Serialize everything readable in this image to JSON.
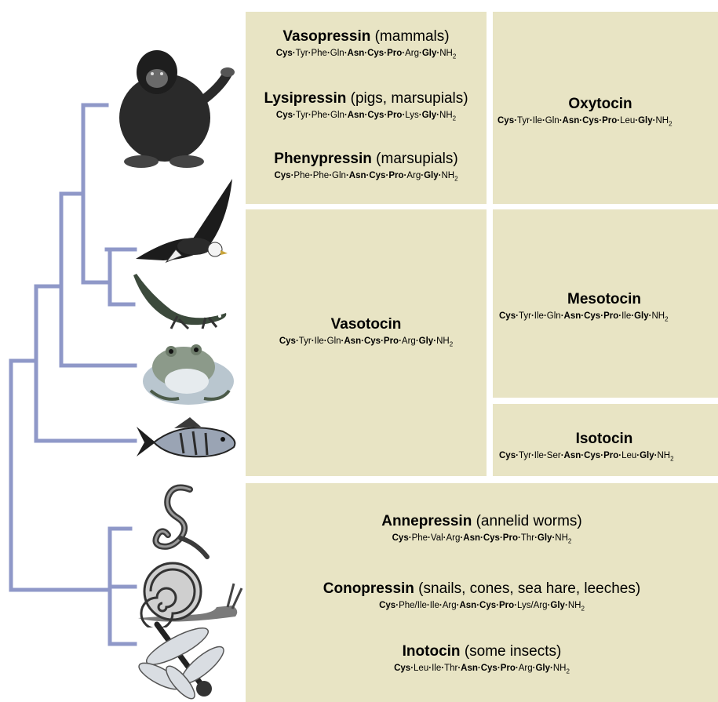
{
  "entries": {
    "vasopressin": {
      "name": "Vasopressin",
      "note": "(mammals)",
      "residues": [
        [
          "Cys",
          1
        ],
        [
          "Tyr",
          0
        ],
        [
          "Phe",
          0
        ],
        [
          "Gln",
          0
        ],
        [
          "Asn",
          1
        ],
        [
          "Cys",
          1
        ],
        [
          "Pro",
          1
        ],
        [
          "Arg",
          0
        ],
        [
          "Gly",
          1
        ],
        [
          "NH",
          0
        ]
      ]
    },
    "lysipressin": {
      "name": "Lysipressin",
      "note": "(pigs, marsupials)",
      "residues": [
        [
          "Cys",
          1
        ],
        [
          "Tyr",
          0
        ],
        [
          "Phe",
          0
        ],
        [
          "Gln",
          0
        ],
        [
          "Asn",
          1
        ],
        [
          "Cys",
          1
        ],
        [
          "Pro",
          1
        ],
        [
          "Lys",
          0
        ],
        [
          "Gly",
          1
        ],
        [
          "NH",
          0
        ]
      ]
    },
    "phenypressin": {
      "name": "Phenypressin",
      "note": "(marsupials)",
      "residues": [
        [
          "Cys",
          1
        ],
        [
          "Phe",
          0
        ],
        [
          "Phe",
          0
        ],
        [
          "Gln",
          0
        ],
        [
          "Asn",
          1
        ],
        [
          "Cys",
          1
        ],
        [
          "Pro",
          1
        ],
        [
          "Arg",
          0
        ],
        [
          "Gly",
          1
        ],
        [
          "NH",
          0
        ]
      ]
    },
    "oxytocin": {
      "name": "Oxytocin",
      "note": "",
      "residues": [
        [
          "Cys",
          1
        ],
        [
          "Tyr",
          0
        ],
        [
          "Ile",
          0
        ],
        [
          "Gln",
          0
        ],
        [
          "Asn",
          1
        ],
        [
          "Cys",
          1
        ],
        [
          "Pro",
          1
        ],
        [
          "Leu",
          0
        ],
        [
          "Gly",
          1
        ],
        [
          "NH",
          0
        ]
      ]
    },
    "vasotocin": {
      "name": "Vasotocin",
      "note": "",
      "residues": [
        [
          "Cys",
          1
        ],
        [
          "Tyr",
          0
        ],
        [
          "Ile",
          0
        ],
        [
          "Gln",
          0
        ],
        [
          "Asn",
          1
        ],
        [
          "Cys",
          1
        ],
        [
          "Pro",
          1
        ],
        [
          "Arg",
          0
        ],
        [
          "Gly",
          1
        ],
        [
          "NH",
          0
        ]
      ]
    },
    "mesotocin": {
      "name": "Mesotocin",
      "note": "",
      "residues": [
        [
          "Cys",
          1
        ],
        [
          "Tyr",
          0
        ],
        [
          "Ile",
          0
        ],
        [
          "Gln",
          0
        ],
        [
          "Asn",
          1
        ],
        [
          "Cys",
          1
        ],
        [
          "Pro",
          1
        ],
        [
          "Ile",
          0
        ],
        [
          "Gly",
          1
        ],
        [
          "NH",
          0
        ]
      ]
    },
    "isotocin": {
      "name": "Isotocin",
      "note": "",
      "residues": [
        [
          "Cys",
          1
        ],
        [
          "Tyr",
          0
        ],
        [
          "Ile",
          0
        ],
        [
          "Ser",
          0
        ],
        [
          "Asn",
          1
        ],
        [
          "Cys",
          1
        ],
        [
          "Pro",
          1
        ],
        [
          "Leu",
          0
        ],
        [
          "Gly",
          1
        ],
        [
          "NH",
          0
        ]
      ]
    },
    "annepressin": {
      "name": "Annepressin",
      "note": "(annelid worms)",
      "residues": [
        [
          "Cys",
          1
        ],
        [
          "Phe",
          0
        ],
        [
          "Val",
          0
        ],
        [
          "Arg",
          0
        ],
        [
          "Asn",
          1
        ],
        [
          "Cys",
          1
        ],
        [
          "Pro",
          1
        ],
        [
          "Thr",
          0
        ],
        [
          "Gly",
          1
        ],
        [
          "NH",
          0
        ]
      ]
    },
    "conopressin": {
      "name": "Conopressin",
      "note": "(snails, cones, sea hare, leeches)",
      "residues": [
        [
          "Cys",
          1
        ],
        [
          "Phe/Ile",
          0
        ],
        [
          "Ile",
          0
        ],
        [
          "Arg",
          0
        ],
        [
          "Asn",
          1
        ],
        [
          "Cys",
          1
        ],
        [
          "Pro",
          1
        ],
        [
          "Lys/Arg",
          0
        ],
        [
          "Gly",
          1
        ],
        [
          "NH",
          0
        ]
      ]
    },
    "inotocin": {
      "name": "Inotocin",
      "note": "(some insects)",
      "residues": [
        [
          "Cys",
          1
        ],
        [
          "Leu",
          0
        ],
        [
          "Ile",
          0
        ],
        [
          "Thr",
          0
        ],
        [
          "Asn",
          1
        ],
        [
          "Cys",
          1
        ],
        [
          "Pro",
          1
        ],
        [
          "Arg",
          0
        ],
        [
          "Gly",
          1
        ],
        [
          "NH",
          0
        ]
      ]
    }
  },
  "subscript": "2",
  "animals": [
    "gorilla-icon",
    "eagle-icon",
    "lizard-icon",
    "frog-icon",
    "fish-icon",
    "worm-icon",
    "snail-icon",
    "dragonfly-icon"
  ],
  "colors": {
    "panel": "#e8e4c4",
    "tree": "#8f98c8",
    "divider": "#ffffff"
  }
}
